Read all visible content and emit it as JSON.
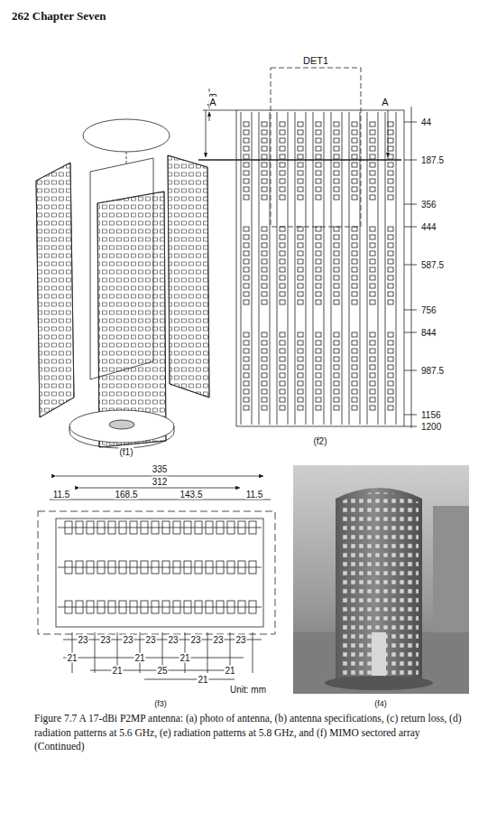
{
  "diagram": {
    "caption": "Figure 7.7 A 17-dBi P2MP antenna: (a) photo of antenna, (b) antenna specifications, (c) return loss, (d) radiation patterns at 5.6 GHz, (e) radiation patterns at 5.8 GHz, and (f) MIMO sectored array (Continued)",
    "labels": [
      "262 Chapter Seven",
      "3",
      "DET1",
      "A",
      "A",
      "44",
      "187.5",
      "356",
      "444",
      "587.5",
      "756",
      "844",
      "987.5",
      "1156",
      "1200",
      "(f1)",
      "(f2)",
      "335",
      "312",
      "11.5",
      "168.5",
      "143.5",
      "11.5",
      "23",
      "23",
      "23",
      "23",
      "23",
      "23",
      "23",
      "23",
      "21",
      "21",
      "21",
      "21",
      "21",
      "21",
      "25",
      "Unit: mm",
      "(f3)",
      "(f4)"
    ]
  }
}
